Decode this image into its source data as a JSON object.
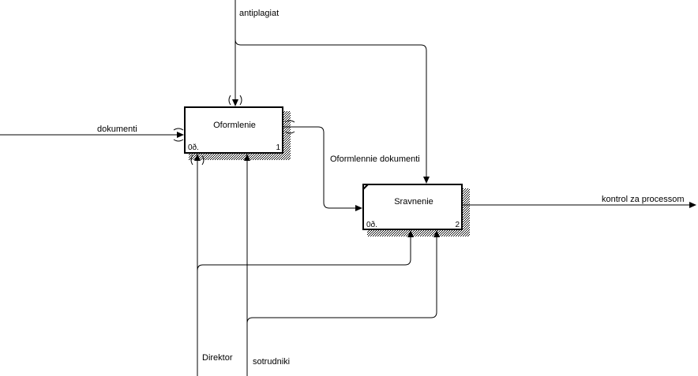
{
  "colors": {
    "background": "#ffffff",
    "line": "#000000",
    "shadow": "#000000"
  },
  "boxes": [
    {
      "title": "Oformlenie",
      "cost": "0ð.",
      "number": "1"
    },
    {
      "title": "Sravnenie",
      "cost": "0ð.",
      "number": "2"
    }
  ],
  "arrows": {
    "antiplagiat": "antiplagiat",
    "dokumenti": "dokumenti",
    "oformlennie_dokumenti": "Oformlennie dokumenti",
    "kontrol": "kontrol za processom",
    "direktor": "Direktor",
    "sotrudniki": "sotrudniki"
  }
}
